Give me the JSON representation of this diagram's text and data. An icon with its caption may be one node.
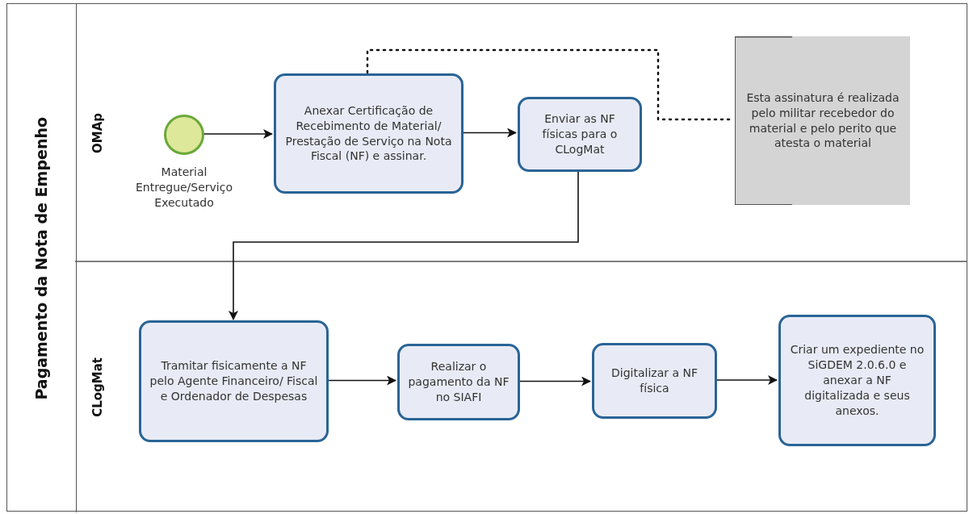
{
  "diagram": {
    "nodes": [
      {
        "text": [
          "Pagamento da Nota de Empenho"
        ]
      },
      {
        "text": [
          "OMAp"
        ],
        "in": 0
      },
      {
        "text": [],
        "shape": "circle",
        "in": 1,
        "beside": [
          "Material Entregue/Serviço Executado"
        ]
      },
      {
        "text": [
          "Anexar Certificação de Recebimento de Material/ Prestação de Serviço na Nota Fiscal (NF) e assinar."
        ],
        "in": 1
      },
      {
        "text": [
          "Enviar as NF físicas para o CLogMat"
        ],
        "in": 1
      },
      {
        "text": [
          "Esta assinatura é realizada pelo militar recebedor do material e pelo perito que atesta o material"
        ],
        "in": 1
      },
      {
        "text": [
          "CLogMat"
        ],
        "in": 0
      },
      {
        "text": [
          "Tramitar fisicamente a NF pelo Agente Financeiro/ Fiscal e Ordenador de Despesas"
        ],
        "in": 6
      },
      {
        "text": [
          "Realizar o pagamento da NF no SIAFI"
        ],
        "in": 6
      },
      {
        "text": [
          "Digitalizar a NF física"
        ],
        "in": 6
      },
      {
        "text": [
          "Criar um expediente no SiGDEM 2.0.6.0 e anexar a NF digitalizada e seus anexos."
        ],
        "in": 6
      }
    ],
    "edges": [
      {
        "from": 2,
        "to": 3,
        "arrow": "to"
      },
      {
        "from": 3,
        "to": 4,
        "arrow": "to"
      },
      {
        "from": 3,
        "to": 5,
        "arrow": "none",
        "style": "dashed"
      },
      {
        "from": 4,
        "to": 7,
        "arrow": "to"
      },
      {
        "from": 7,
        "to": 8,
        "arrow": "to"
      },
      {
        "from": 8,
        "to": 9,
        "arrow": "to"
      },
      {
        "from": 9,
        "to": 10,
        "arrow": "to"
      }
    ]
  }
}
